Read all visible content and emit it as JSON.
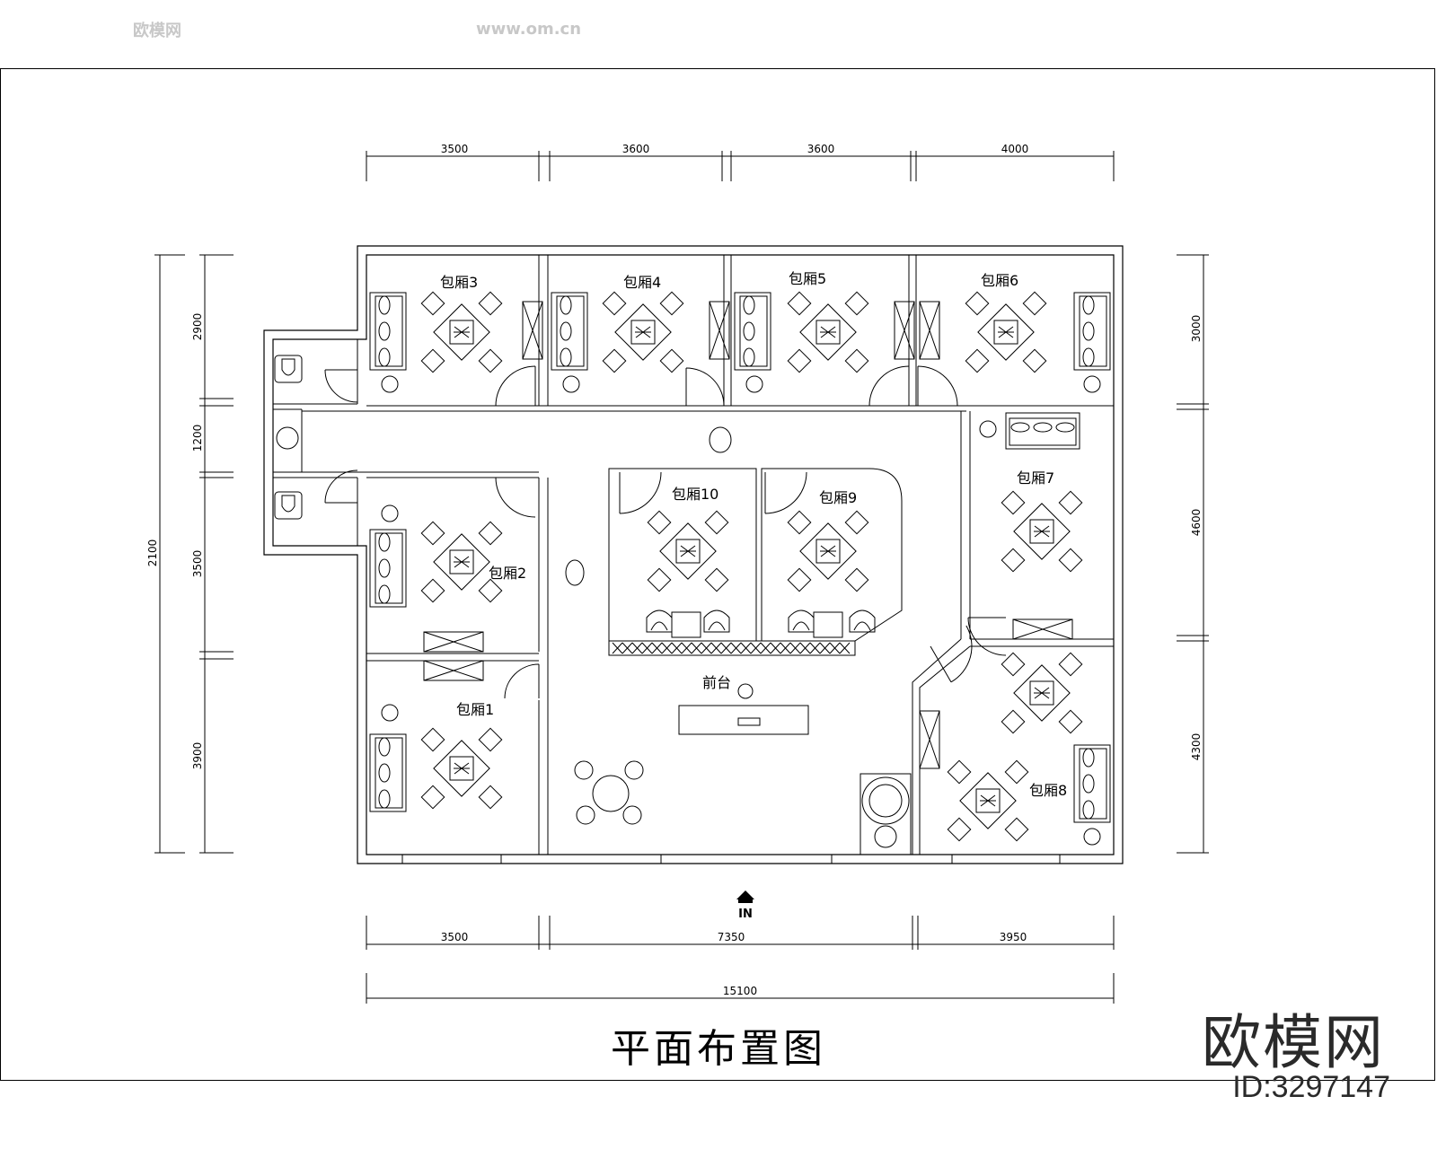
{
  "drawing": {
    "title": "平面布置图",
    "entrance_label": "IN",
    "reception_label": "前台"
  },
  "rooms": {
    "r3": "包厢3",
    "r4": "包厢4",
    "r5": "包厢5",
    "r6": "包厢6",
    "r2": "包厢2",
    "r1": "包厢1",
    "r10": "包厢10",
    "r9": "包厢9",
    "r7": "包厢7",
    "r8": "包厢8"
  },
  "dimensions": {
    "top": [
      "3500",
      "3600",
      "3600",
      "4000"
    ],
    "bottom": [
      "3500",
      "7350",
      "3950"
    ],
    "total": "15100",
    "left_segments": [
      "2900",
      "1200",
      "3500",
      "3900"
    ],
    "left_total": "2100",
    "right": [
      "3000",
      "4600",
      "4300"
    ]
  },
  "watermark": {
    "brand": "欧模网",
    "url": "www.om.cn",
    "id": "ID:3297147"
  }
}
